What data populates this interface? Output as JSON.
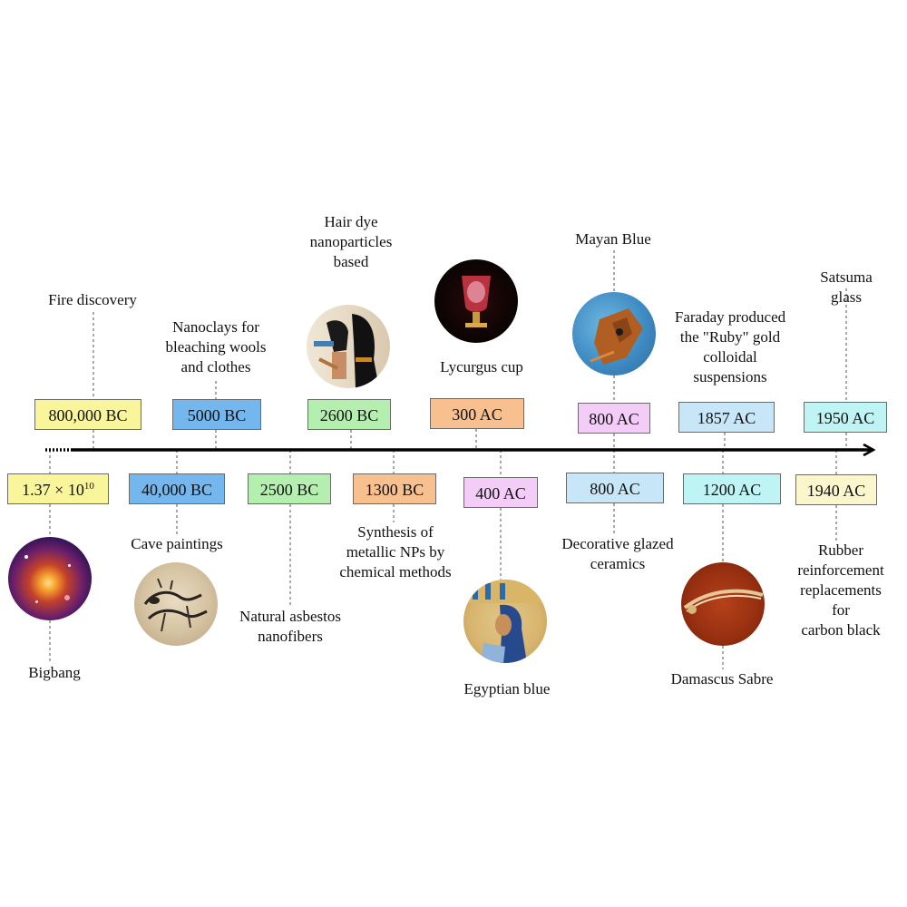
{
  "colors": {
    "yellow": "#f9f59a",
    "blue": "#74b7ee",
    "green": "#b5efb0",
    "orange": "#f8c08e",
    "pink": "#f3ccf7",
    "lightblue": "#c7e6f8",
    "cyan": "#bff4f5",
    "cream": "#fcf6cd",
    "axis": "#000000",
    "leader": "#555555"
  },
  "events": [
    {
      "id": "bigbang",
      "date": "1.37 × 10",
      "date_exp": "10",
      "label": "Bigbang",
      "picture": "bigbang-nebula",
      "color": "yellow",
      "side": "below"
    },
    {
      "id": "fire",
      "date": "800,000 BC",
      "label": "Fire discovery",
      "color": "yellow",
      "side": "above"
    },
    {
      "id": "cave",
      "date": "40,000 BC",
      "label": "Cave paintings",
      "picture": "cave-painting",
      "color": "blue",
      "side": "below"
    },
    {
      "id": "nanoclays",
      "date": "5000 BC",
      "label": "Nanoclays for\nbleaching wools\nand clothes",
      "color": "blue",
      "side": "above"
    },
    {
      "id": "asbestos",
      "date": "2500 BC",
      "label": "Natural asbestos\nnanofibers",
      "color": "green",
      "side": "below"
    },
    {
      "id": "hairdye",
      "date": "2600 BC",
      "label": "Hair dye\nnanoparticles\nbased",
      "picture": "egyptian-hair-dye",
      "color": "green",
      "side": "above"
    },
    {
      "id": "synthesis",
      "date": "1300 BC",
      "label": "Synthesis of\nmetallic NPs by\nchemical methods",
      "color": "orange",
      "side": "below"
    },
    {
      "id": "lycurgus",
      "date": "300 AC",
      "label": "Lycurgus cup",
      "picture": "lycurgus-cup",
      "color": "orange",
      "side": "above"
    },
    {
      "id": "egyptian",
      "date": "400 AC",
      "label": "Egyptian blue",
      "picture": "egyptian-blue-figure",
      "color": "pink",
      "side": "below"
    },
    {
      "id": "mayan",
      "date": "800 AC",
      "label": "Mayan Blue",
      "picture": "mayan-blue-mural",
      "color": "pink",
      "side": "above"
    },
    {
      "id": "glazed",
      "date": "800 AC",
      "label": "Decorative glazed\nceramics",
      "color": "lightblue",
      "side": "below"
    },
    {
      "id": "faraday",
      "date": "1857 AC",
      "label": "Faraday produced\nthe  \"Ruby\" gold\ncolloidal\nsuspensions",
      "color": "lightblue",
      "side": "above"
    },
    {
      "id": "damascus",
      "date": "1200 AC",
      "label": "Damascus Sabre",
      "picture": "damascus-sabre",
      "color": "cyan",
      "side": "below"
    },
    {
      "id": "satsuma",
      "date": "1950 AC",
      "label": "Satsuma glass",
      "color": "cyan",
      "side": "above"
    },
    {
      "id": "rubber",
      "date": "1940 AC",
      "label": "Rubber\nreinforcement\nreplacements for\ncarbon black",
      "color": "cream",
      "side": "below"
    }
  ]
}
